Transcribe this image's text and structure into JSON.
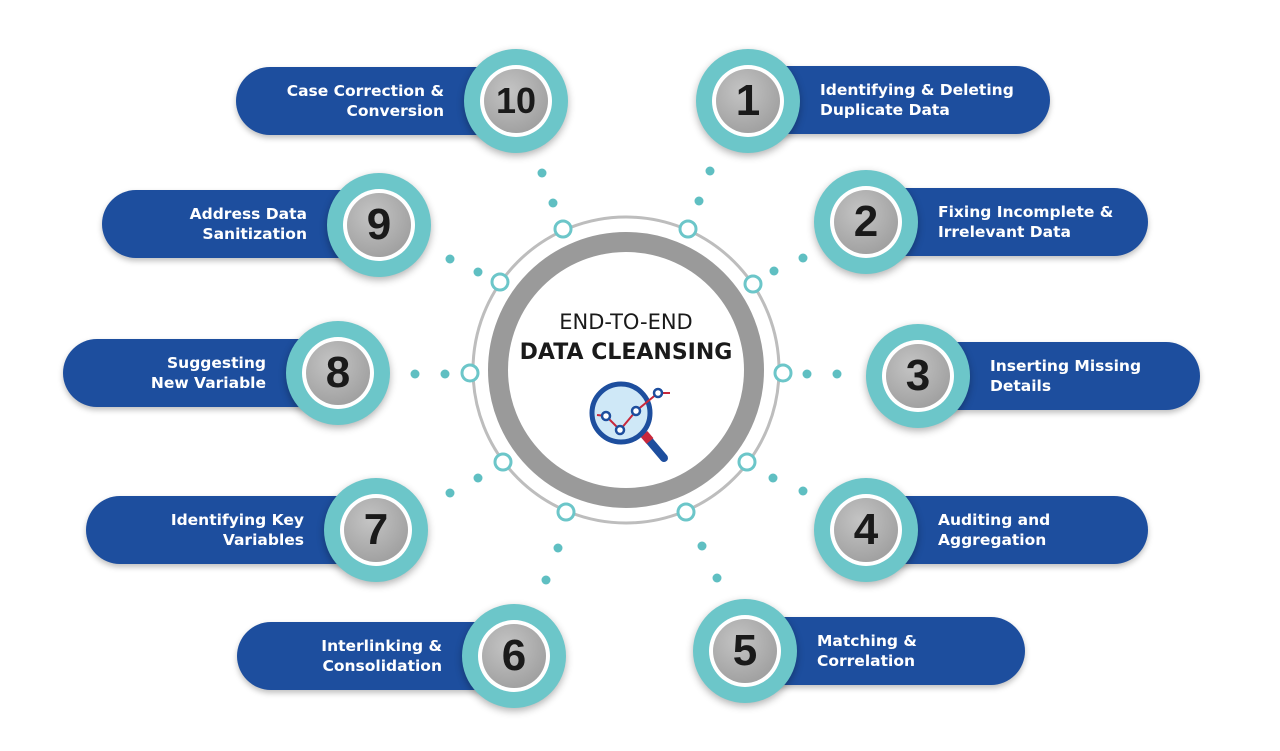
{
  "center": {
    "line1": "END-TO-END",
    "line2": "DATA CLEANSING",
    "icon": "magnifier-chart-icon"
  },
  "colors": {
    "pill": "#1d4e9e",
    "teal": "#6cc6c9",
    "ring": "#9a9a9a"
  },
  "steps": [
    {
      "number": "1",
      "label": "Identifying & Deleting\nDuplicate Data"
    },
    {
      "number": "2",
      "label": "Fixing Incomplete &\nIrrelevant Data"
    },
    {
      "number": "3",
      "label": "Inserting Missing\nDetails"
    },
    {
      "number": "4",
      "label": "Auditing and\nAggregation"
    },
    {
      "number": "5",
      "label": "Matching &\nCorrelation"
    },
    {
      "number": "6",
      "label": "Interlinking &\nConsolidation"
    },
    {
      "number": "7",
      "label": "Identifying Key\nVariables"
    },
    {
      "number": "8",
      "label": "Suggesting\nNew Variable"
    },
    {
      "number": "9",
      "label": "Address Data\nSanitization"
    },
    {
      "number": "10",
      "label": "Case Correction &\nConversion"
    }
  ]
}
